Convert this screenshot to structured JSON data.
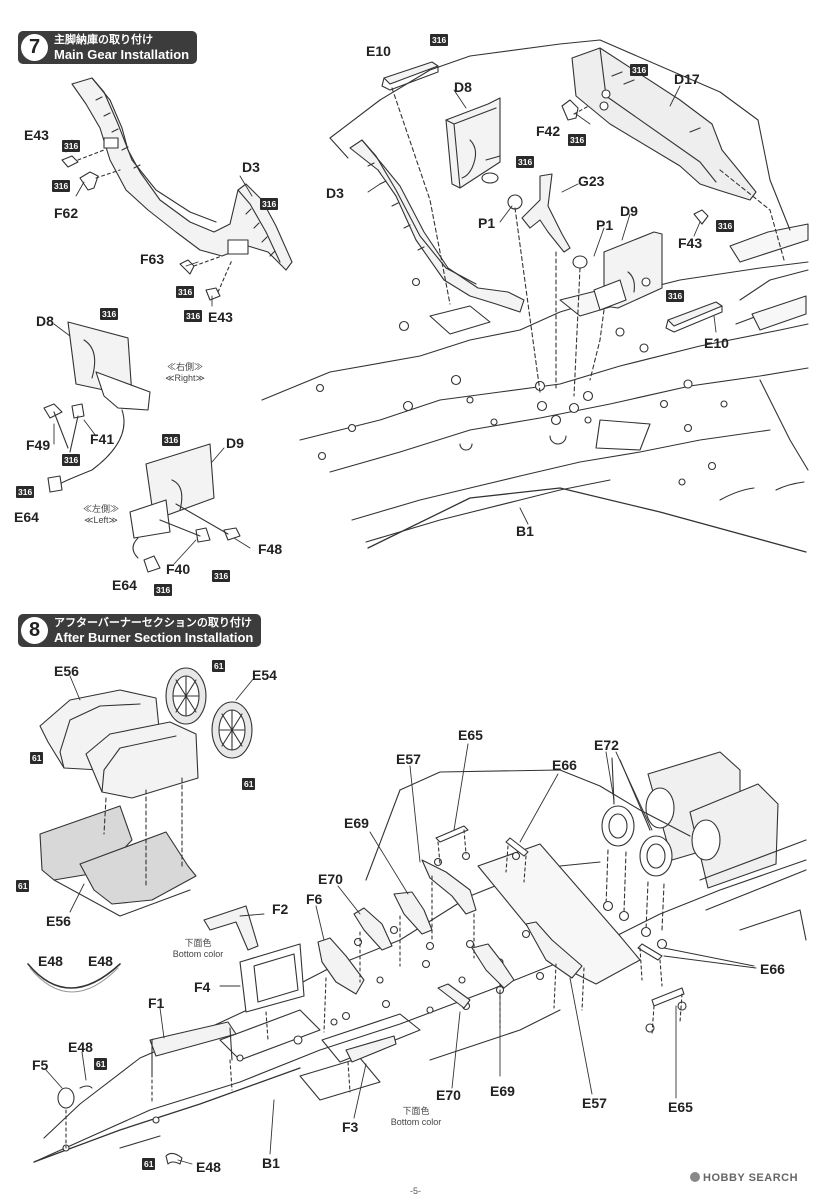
{
  "step7": {
    "number": "7",
    "title_jp": "主脚納庫の取り付け",
    "title_en": "Main Gear Installation",
    "labels": {
      "e43_a": "E43",
      "f62": "F62",
      "d3_a": "D3",
      "f63": "F63",
      "e43_b": "E43",
      "e10_a": "E10",
      "d8_a": "D8",
      "d3_b": "D3",
      "p1_a": "P1",
      "g23": "G23",
      "f42": "F42",
      "d17": "D17",
      "p1_b": "P1",
      "d9_a": "D9",
      "f43": "F43",
      "e10_b": "E10",
      "b1": "B1",
      "d8_b": "D8",
      "f49": "F49",
      "f41": "F41",
      "e64_a": "E64",
      "d9_b": "D9",
      "f48": "F48",
      "f40": "F40",
      "e64_b": "E64"
    },
    "right_note": "≪右側≫\n≪Right≫",
    "left_note": "≪左側≫\n≪Left≫"
  },
  "step8": {
    "number": "8",
    "title_jp": "アフターバーナーセクションの取り付け",
    "title_en": "After Burner Section Installation",
    "labels": {
      "e56_a": "E56",
      "e54": "E54",
      "e56_b": "E56",
      "e65_a": "E65",
      "e57_a": "E57",
      "e66_a": "E66",
      "e72": "E72",
      "e69_a": "E69",
      "e70_a": "E70",
      "f6": "F6",
      "f2": "F2",
      "e48_a": "E48",
      "e48_b": "E48",
      "f4": "F4",
      "f1": "F1",
      "e48_c": "E48",
      "f5": "F5",
      "e66_b": "E66",
      "e70_b": "E70",
      "e69_b": "E69",
      "e57_b": "E57",
      "e65_b": "E65",
      "f3": "F3",
      "e48_d": "E48",
      "b1": "B1"
    },
    "bottom_color_note_a": "下面色\nBottom color",
    "bottom_color_note_b": "下面色\nBottom color"
  },
  "badges": {
    "b316": "316",
    "b61": "61"
  },
  "page_number": "-5-",
  "watermark": "HOBBY SEARCH"
}
